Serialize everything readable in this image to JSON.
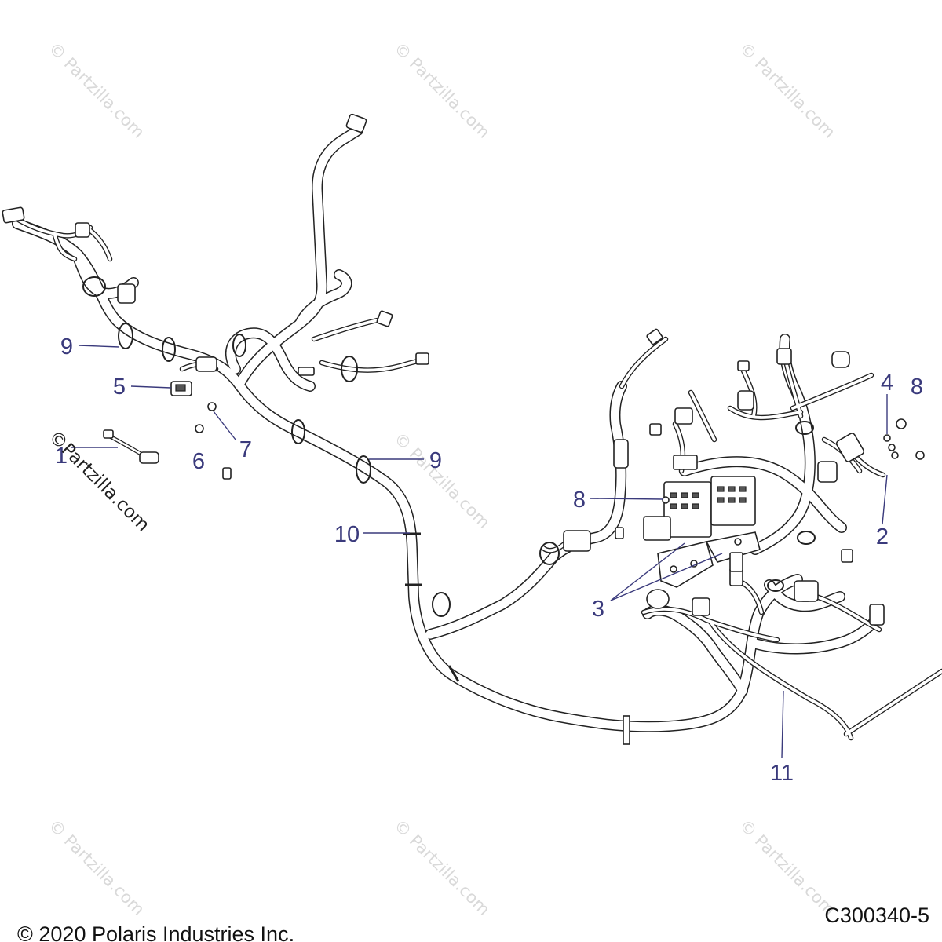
{
  "diagram": {
    "callouts": [
      "9",
      "5",
      "1",
      "6",
      "7",
      "9",
      "10",
      "8",
      "3",
      "4",
      "8",
      "2",
      "11"
    ],
    "figure_code": "C300340-5",
    "copyright": "© 2020 Polaris Industries Inc.",
    "watermark": "© Partzilla.com",
    "watermark_overlay": "©Partzilla.com"
  },
  "colors": {
    "callout": "#3a3a7c",
    "line": "#222222",
    "watermark": "#d9d9d9"
  }
}
